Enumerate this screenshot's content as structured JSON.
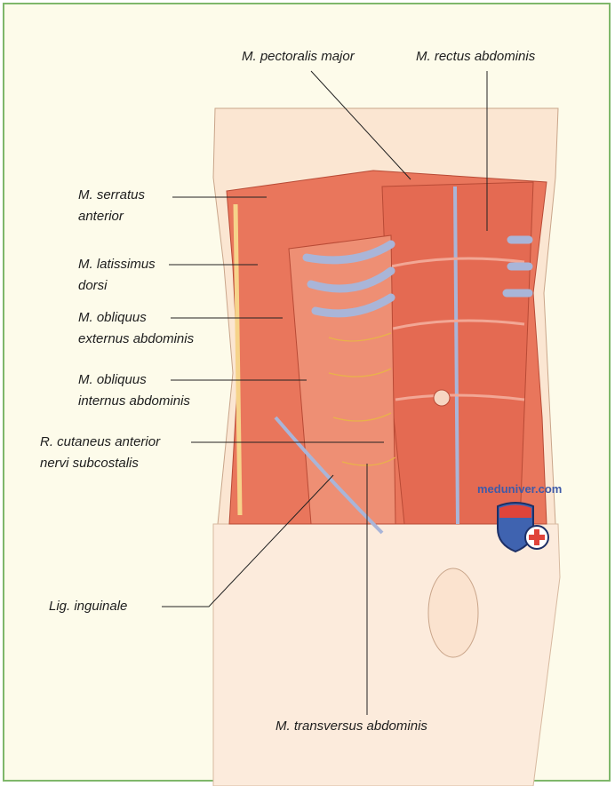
{
  "labels": {
    "pectoralis": "M. pectoralis major",
    "rectus": "M. rectus abdominis",
    "serratus_1": "M. serratus",
    "serratus_2": "anterior",
    "latissimus_1": "M. latissimus",
    "latissimus_2": "dorsi",
    "obl_ext_1": "M. obliquus",
    "obl_ext_2": "externus abdominis",
    "obl_int_1": "M. obliquus",
    "obl_int_2": "internus abdominis",
    "cutaneus_1": "R. cutaneus anterior",
    "cutaneus_2": "nervi subcostalis",
    "inguinale": "Lig. inguinale",
    "transversus": "M. transversus abdominis"
  },
  "watermark": "meduniver.com",
  "colors": {
    "skin": "#fbe6d2",
    "muscle": "#e9765c",
    "muscle_dark": "#d9573f",
    "bone": "#aab4d6",
    "nerve": "#e9b24a",
    "border": "#7fb76a",
    "bg": "#fdfbea"
  }
}
